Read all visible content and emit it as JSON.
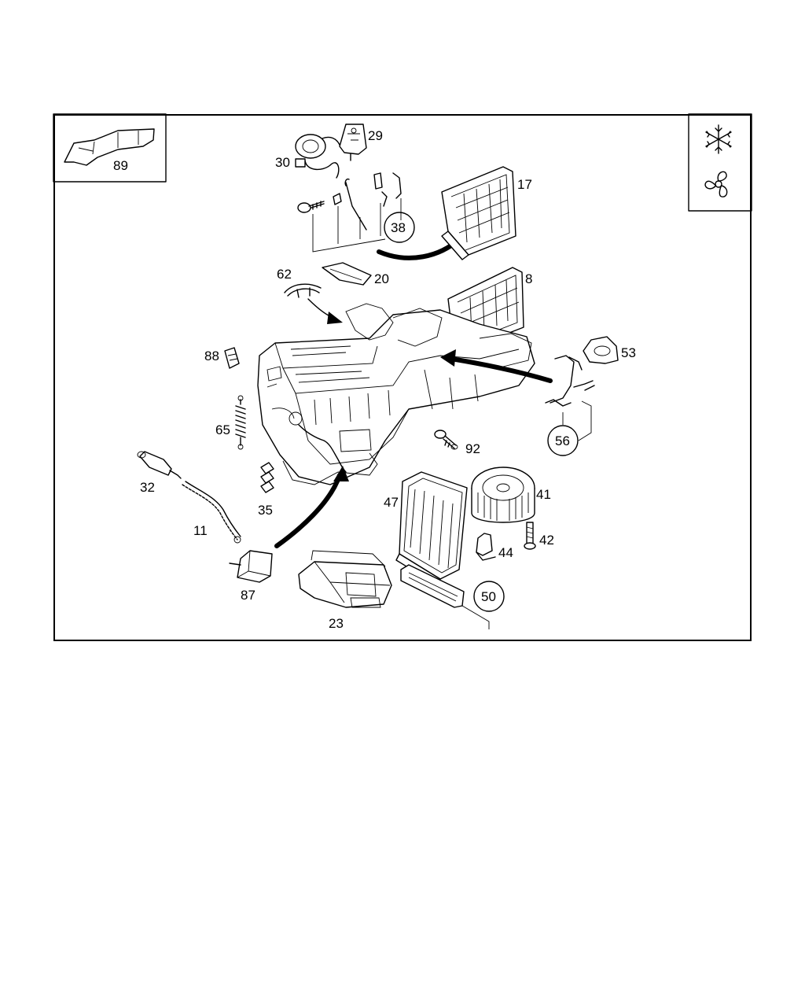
{
  "labels": {
    "p89": "89",
    "p29": "29",
    "p30": "30",
    "p38": "38",
    "p17": "17",
    "p62": "62",
    "p20": "20",
    "p8": "8",
    "p88": "88",
    "p53": "53",
    "p65": "65",
    "p56": "56",
    "p92": "92",
    "p32": "32",
    "p35": "35",
    "p47": "47",
    "p41": "41",
    "p11": "11",
    "p42": "42",
    "p44": "44",
    "p87": "87",
    "p50": "50",
    "p23": "23"
  },
  "icons": {
    "climate": "snowflake-icon",
    "blower": "fan-icon"
  },
  "colors": {
    "line": "#000000",
    "background": "#ffffff"
  }
}
